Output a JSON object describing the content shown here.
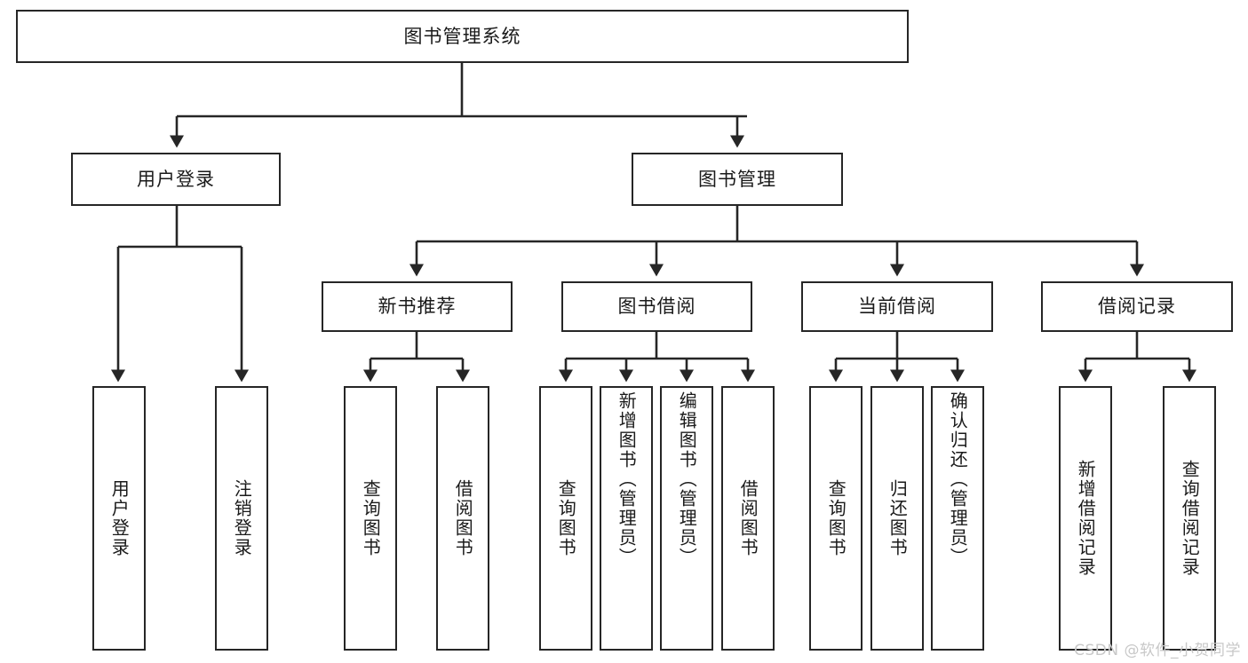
{
  "diagram": {
    "title_node": {
      "label": "图书管理系统"
    },
    "level2": [
      {
        "label": "用户登录"
      },
      {
        "label": "图书管理"
      }
    ],
    "level3": [
      {
        "label": "新书推荐"
      },
      {
        "label": "图书借阅"
      },
      {
        "label": "当前借阅"
      },
      {
        "label": "借阅记录"
      }
    ],
    "leaves": {
      "user_login": [
        {
          "label": "用户登录"
        },
        {
          "label": "注销登录"
        }
      ],
      "new_book": [
        {
          "label": "查询图书"
        },
        {
          "label": "借阅图书"
        }
      ],
      "borrow_book": [
        {
          "label": "查询图书"
        },
        {
          "label": "新增图书（管理员）"
        },
        {
          "label": "编辑图书（管理员）"
        },
        {
          "label": "借阅图书"
        }
      ],
      "current_borrow": [
        {
          "label": "查询图书"
        },
        {
          "label": "归还图书"
        },
        {
          "label": "确认归还（管理员）"
        }
      ],
      "borrow_record": [
        {
          "label": "新增借阅记录"
        },
        {
          "label": "查询借阅记录"
        }
      ]
    }
  },
  "watermark": {
    "text": "CSDN @软件_小贺同学"
  },
  "colors": {
    "background": "#ffffff",
    "border": "#262626",
    "text": "#1a1a1a",
    "connector": "#262626",
    "watermark": "#c8c8c8"
  }
}
